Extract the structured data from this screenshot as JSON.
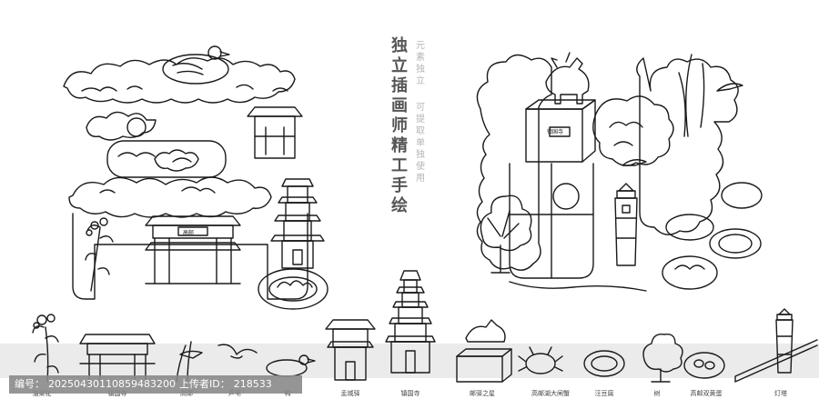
{
  "title_vertical": "独立插画师精工手绘",
  "subtitle_col1": "元素独立",
  "subtitle_col2": "可提取单独使用",
  "plaque_left": "高邮",
  "plaque_right": "镇国寺",
  "element_labels": [
    "油菜花",
    "镇国寺",
    "高邮",
    "芦苇",
    "鸭",
    "盂城驿",
    "镇国寺",
    "邮驿之星",
    "高邮湖大闸蟹",
    "汪豆腐",
    "树",
    "高邮双黄蛋",
    "灯塔"
  ],
  "watermark": {
    "id_label": "编号：",
    "id_value": "20250430110859483200",
    "uploader_label": "上传者ID：",
    "uploader_value": "218533"
  }
}
